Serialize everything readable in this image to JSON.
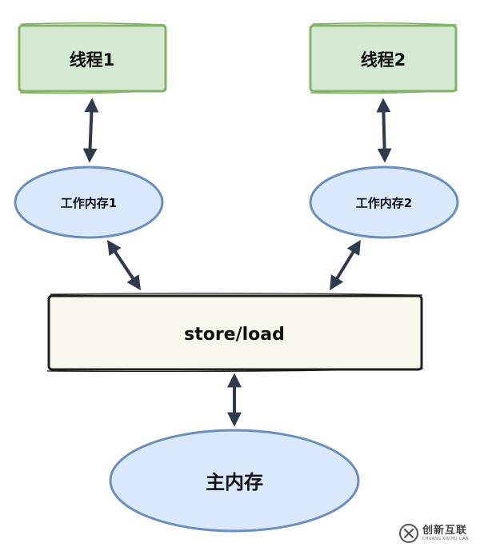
{
  "colors": {
    "thread_fill": "#d5e8d4",
    "thread_stroke": "#82b366",
    "memory_fill": "#dae8fc",
    "memory_stroke": "#6c8ebf",
    "bus_fill": "#f9f7ed",
    "bus_stroke": "#1e1e1e",
    "arrow": "#2f3b4d"
  },
  "thread1": {
    "label": "线程1"
  },
  "thread2": {
    "label": "线程2"
  },
  "work_memory1": {
    "label": "工作内存1"
  },
  "work_memory2": {
    "label": "工作内存2"
  },
  "bus": {
    "label": "store/load"
  },
  "main_memory": {
    "label": "主内存"
  },
  "watermark": {
    "cn": "创新互联",
    "en": "CHUANG XIN HU LIAN",
    "icon": "cx-logo"
  }
}
